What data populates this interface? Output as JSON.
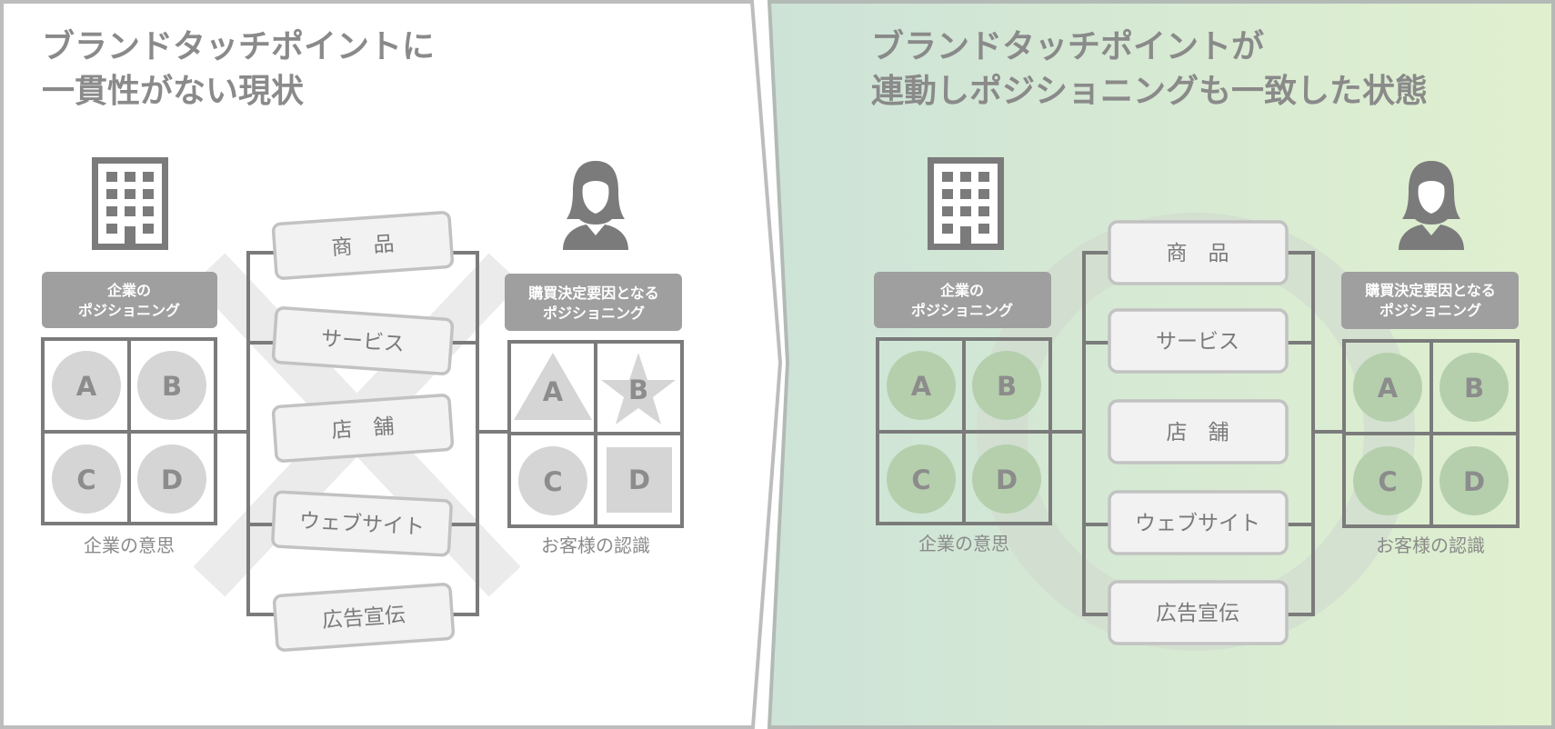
{
  "left_panel": {
    "title_lines": [
      "ブランドタッチポイントに",
      "一貫性がない現状"
    ],
    "company_header_lines": [
      "企業の",
      "ポジショニング"
    ],
    "company_caption": "企業の意思",
    "customer_header_lines": [
      "購買決定要因となる",
      "ポジショニング"
    ],
    "customer_caption": "お客様の認識",
    "touchpoints": [
      "商　品",
      "サービス",
      "店　舗",
      "ウェブサイト",
      "広告宣伝"
    ],
    "company_grid": [
      "A",
      "B",
      "C",
      "D"
    ],
    "customer_grid": [
      "A",
      "B",
      "C",
      "D"
    ],
    "customer_grid_shapes": [
      "triangle",
      "star",
      "circle",
      "square"
    ],
    "overlay_symbol": "cross",
    "company_icon": "building-icon",
    "customer_icon": "woman-icon"
  },
  "right_panel": {
    "title_lines": [
      "ブランドタッチポイントが",
      "連動しポジショニングも一致した状態"
    ],
    "company_header_lines": [
      "企業の",
      "ポジショニング"
    ],
    "company_caption": "企業の意思",
    "customer_header_lines": [
      "購買決定要因となる",
      "ポジショニング"
    ],
    "customer_caption": "お客様の認識",
    "touchpoints": [
      "商　品",
      "サービス",
      "店　舗",
      "ウェブサイト",
      "広告宣伝"
    ],
    "company_grid": [
      "A",
      "B",
      "C",
      "D"
    ],
    "customer_grid": [
      "A",
      "B",
      "C",
      "D"
    ],
    "overlay_symbol": "circle",
    "company_icon": "building-icon",
    "customer_icon": "woman-icon",
    "background_gradient": [
      "#cde3d7",
      "#e0f0cf"
    ]
  },
  "colors": {
    "frame": "#bdbdbd",
    "dark_gray": "#7b7b7b",
    "header_gray": "#9f9f9f",
    "circle_left": "#d5d5d5",
    "circle_right": "#b5cfad",
    "card_fill": "#f2f2f2",
    "card_border": "#c2c2c2"
  }
}
